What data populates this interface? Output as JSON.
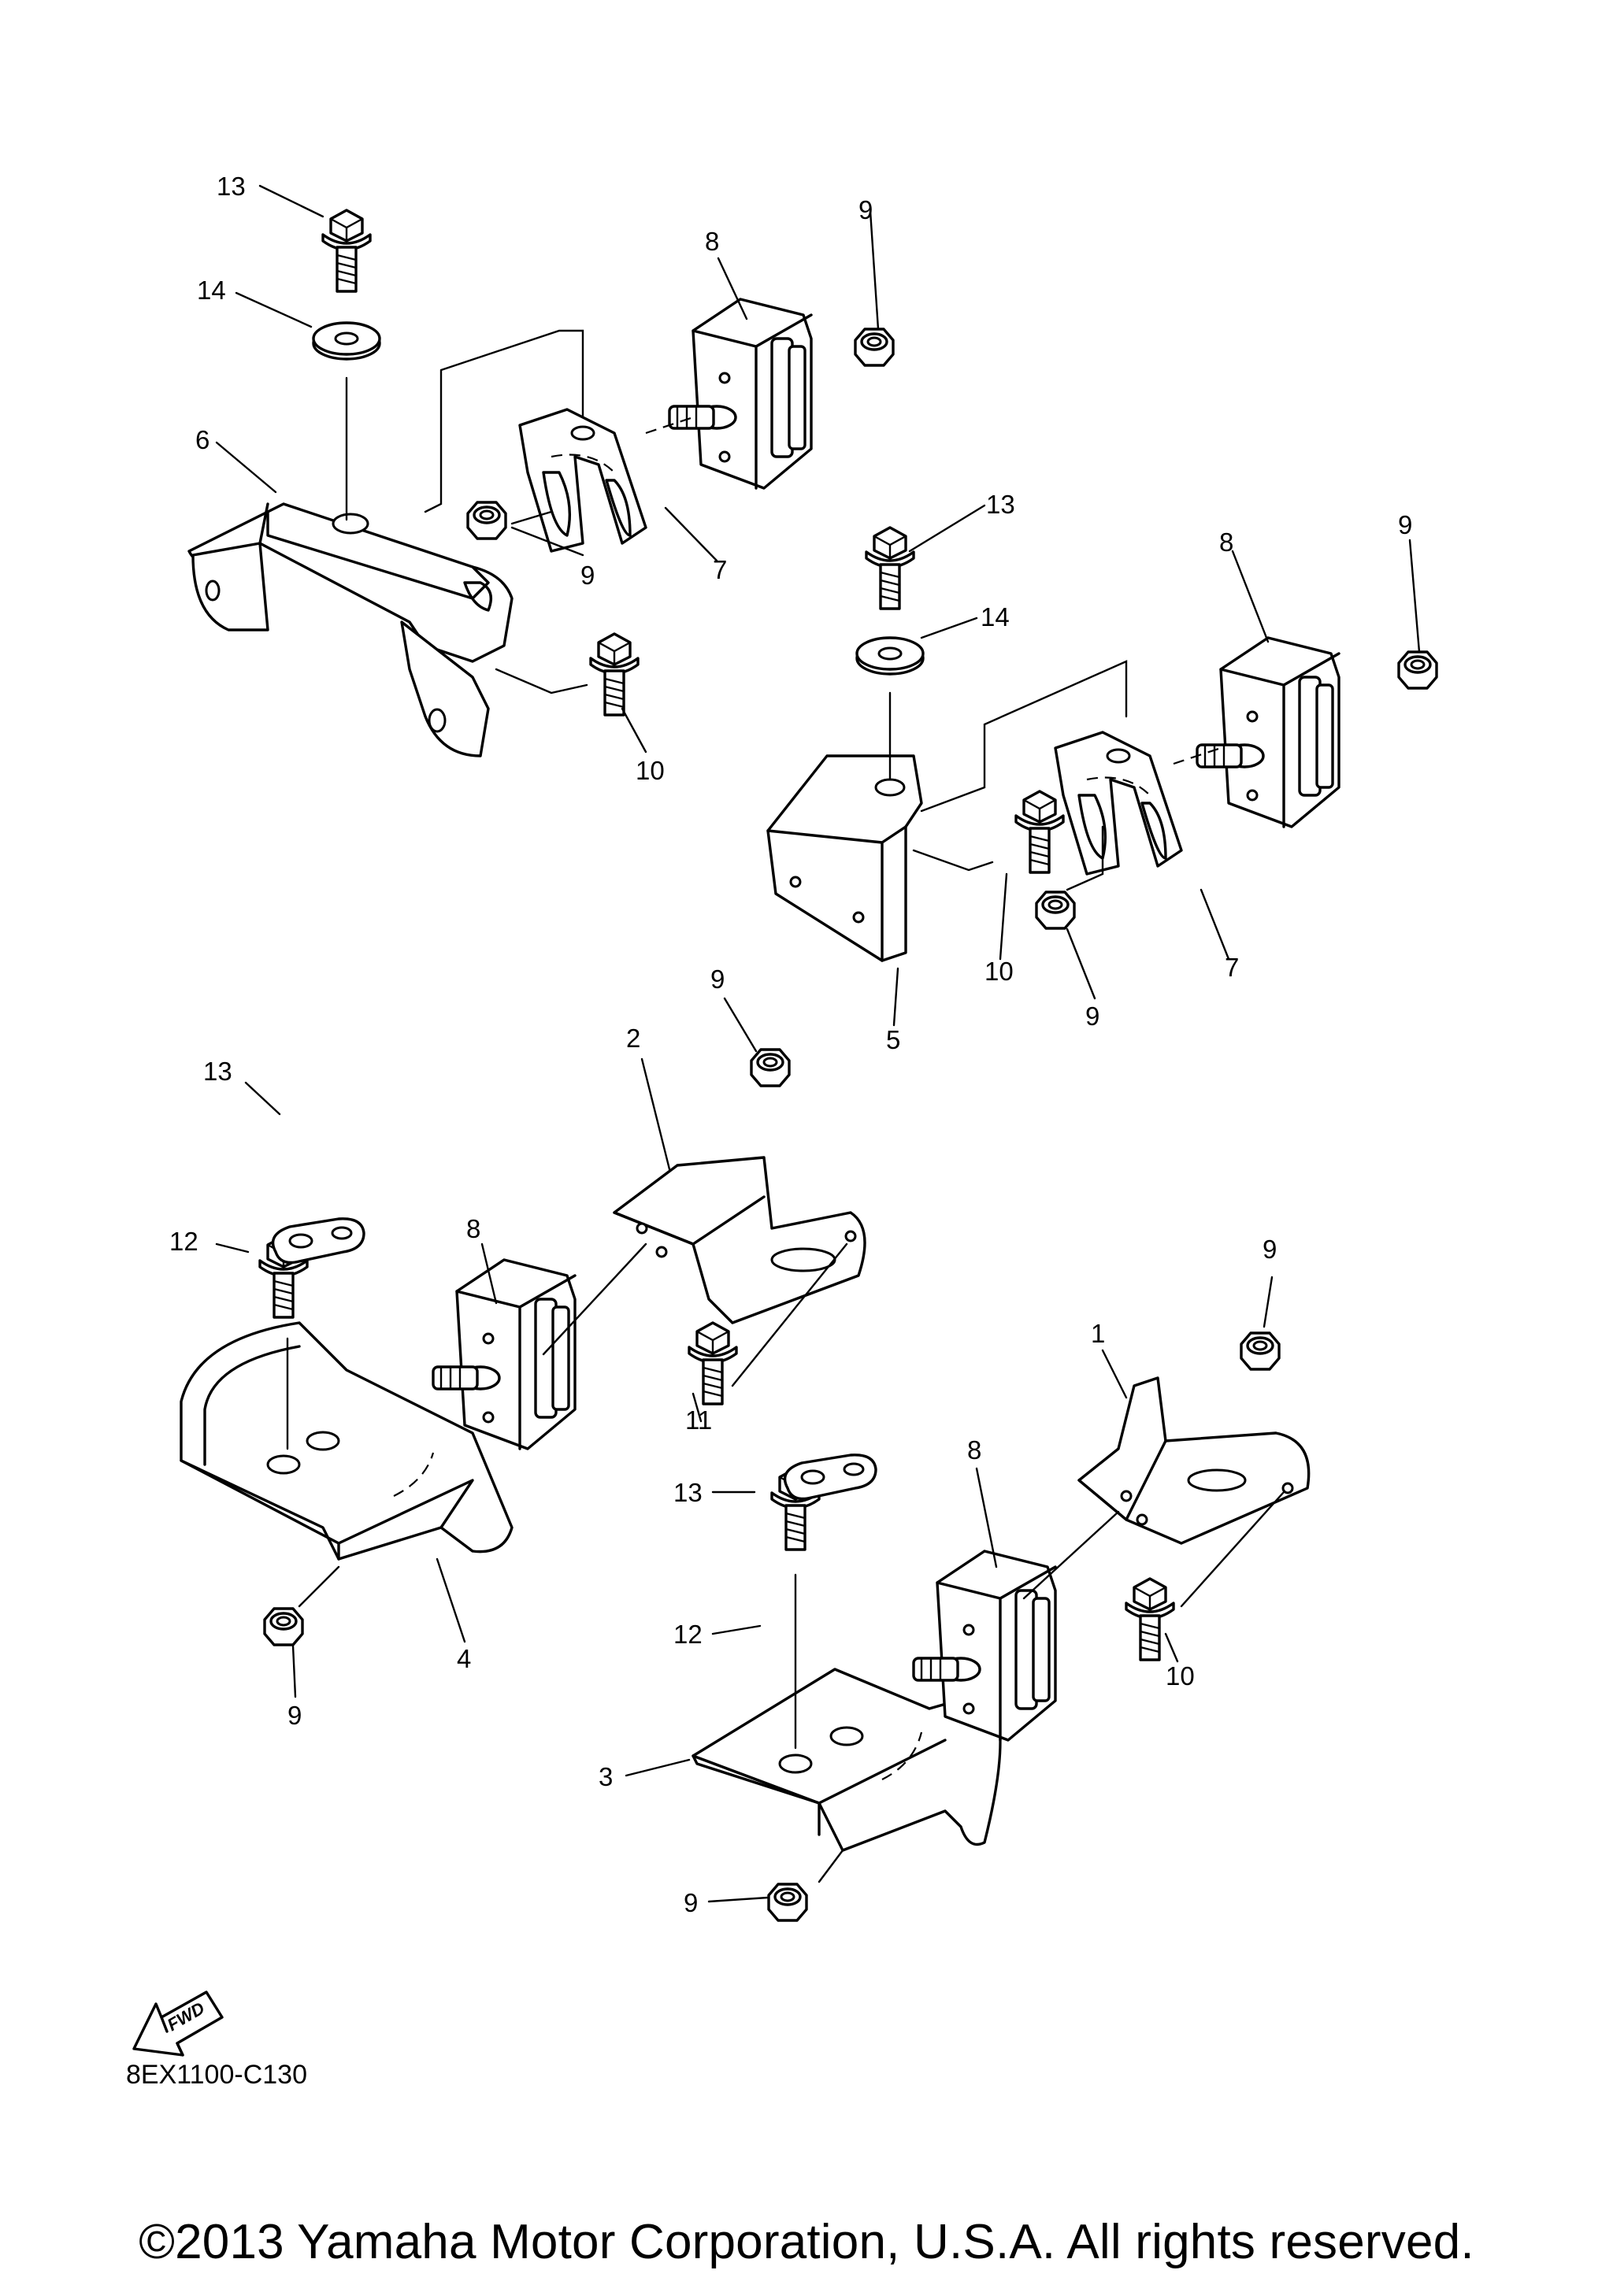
{
  "diagram": {
    "callouts": {
      "g1": [
        "13",
        "14",
        "6",
        "8",
        "9",
        "9",
        "7",
        "10"
      ],
      "g2": [
        "13",
        "14",
        "8",
        "9",
        "7",
        "9",
        "10",
        "5"
      ],
      "g3": [
        "13",
        "12",
        "8",
        "2",
        "9",
        "11",
        "4",
        "9"
      ],
      "g4": [
        "9",
        "1",
        "8",
        "13",
        "12",
        "10",
        "3",
        "9"
      ]
    },
    "fwd_label": "FWD",
    "code": "8EX1100-C130"
  },
  "footer": {
    "copyright": "©2013 Yamaha Motor Corporation, U.S.A. All rights reserved."
  }
}
